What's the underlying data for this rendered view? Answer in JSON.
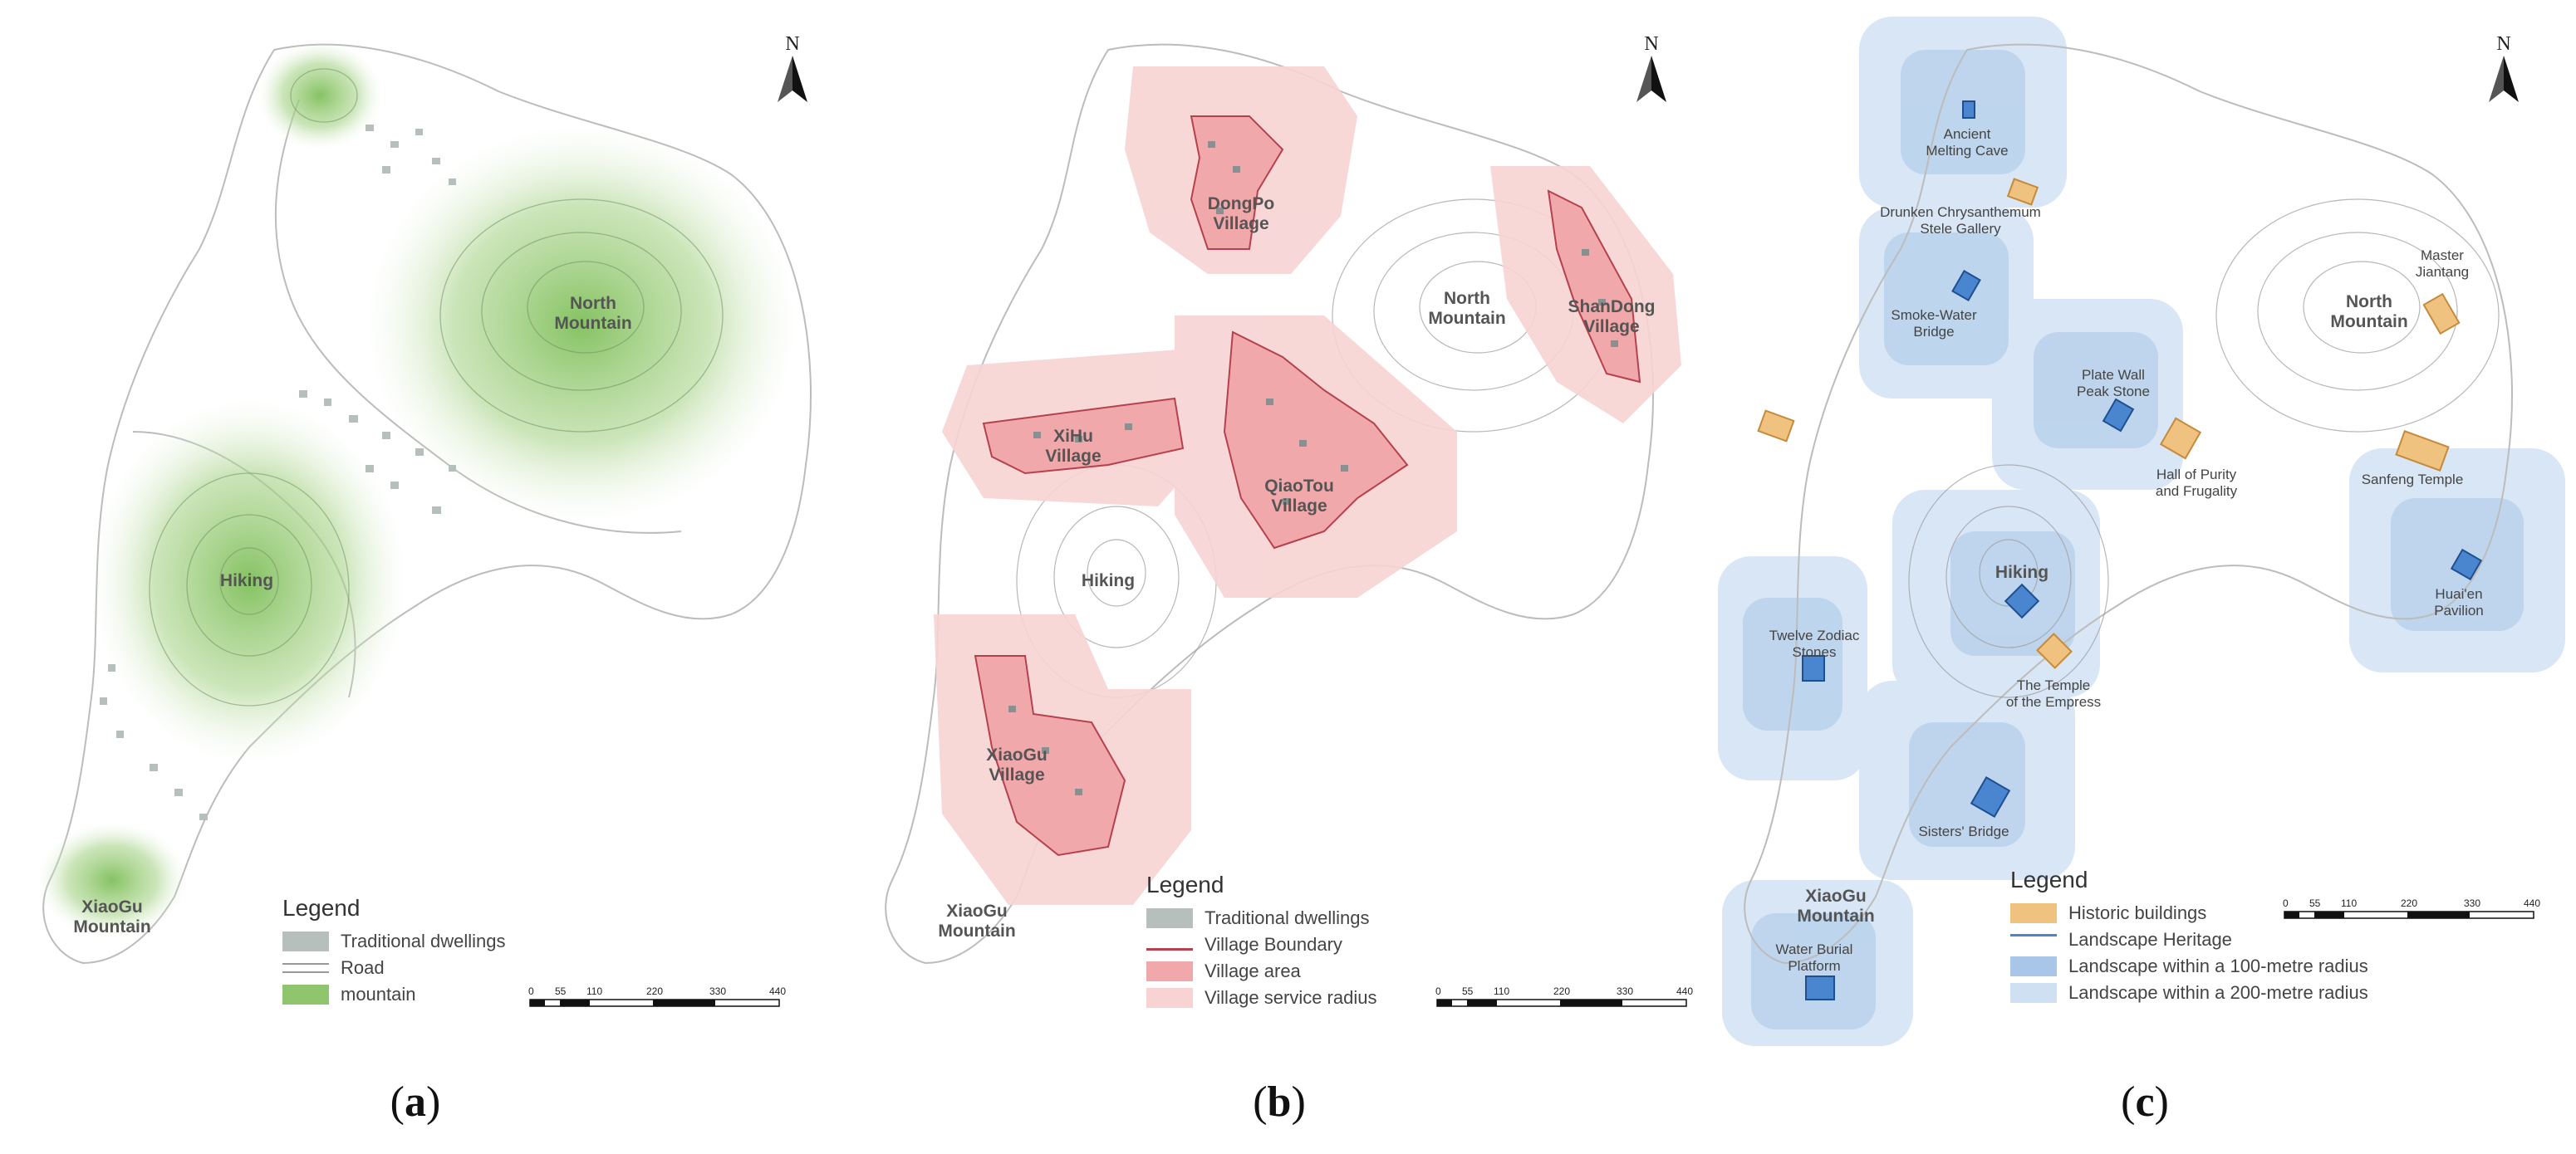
{
  "figure": {
    "north_letter": "N",
    "scale_labels": [
      "0",
      "55",
      "110",
      "220",
      "330",
      "440"
    ],
    "panels": [
      {
        "id": "a",
        "caption": "a",
        "places": [
          "North\nMountain",
          "Hiking",
          "XiaoGu\nMountain"
        ],
        "legend": {
          "title": "Legend",
          "items": [
            {
              "label": "Traditional dwellings",
              "color": "#b7bfbd"
            },
            {
              "label": "Road",
              "color": "#ffffff"
            },
            {
              "label": "mountain",
              "color": "#8fc56c"
            }
          ]
        }
      },
      {
        "id": "b",
        "caption": "b",
        "places": [
          "DongPo\nVillage",
          "ShanDong\nVillage",
          "North\nMountain",
          "XiHu\nVillage",
          "QiaoTou\nVillage",
          "Hiking",
          "XiaoGu\nVillage",
          "XiaoGu\nMountain"
        ],
        "legend": {
          "title": "Legend",
          "items": [
            {
              "label": "Traditional dwellings",
              "color": "#b7bfbd"
            },
            {
              "label": "Village Boundary",
              "color": "#b5414d"
            },
            {
              "label": "Village area",
              "color": "#f1a8aa"
            },
            {
              "label": "Village service radius",
              "color": "#f7d3d3"
            }
          ]
        }
      },
      {
        "id": "c",
        "caption": "c",
        "places": [
          "North\nMountain",
          "Hiking",
          "XiaoGu\nMountain"
        ],
        "sites": [
          "Ancient\nMelting Cave",
          "Drunken Chrysanthemum\nStele Gallery",
          "Smoke-Water\nBridge",
          "Master\nJiantang",
          "Plate Wall\nPeak Stone",
          "Hall of Purity\nand Frugality",
          "Sanfeng Temple",
          "Huai'en\nPavilion",
          "Twelve Zodiac\nStones",
          "The Temple\nof the Empress",
          "Sisters' Bridge",
          "Water Burial\nPlatform"
        ],
        "legend": {
          "title": "Legend",
          "items": [
            {
              "label": "Historic buildings",
              "color": "#f0c27f"
            },
            {
              "label": "Landscape Heritage",
              "color": "#4a86d0"
            },
            {
              "label": "Landscape within a 100-metre radius",
              "color": "#a9c6e8"
            },
            {
              "label": "Landscape within a 200-metre radius",
              "color": "#cfe0f3"
            }
          ]
        }
      }
    ]
  }
}
